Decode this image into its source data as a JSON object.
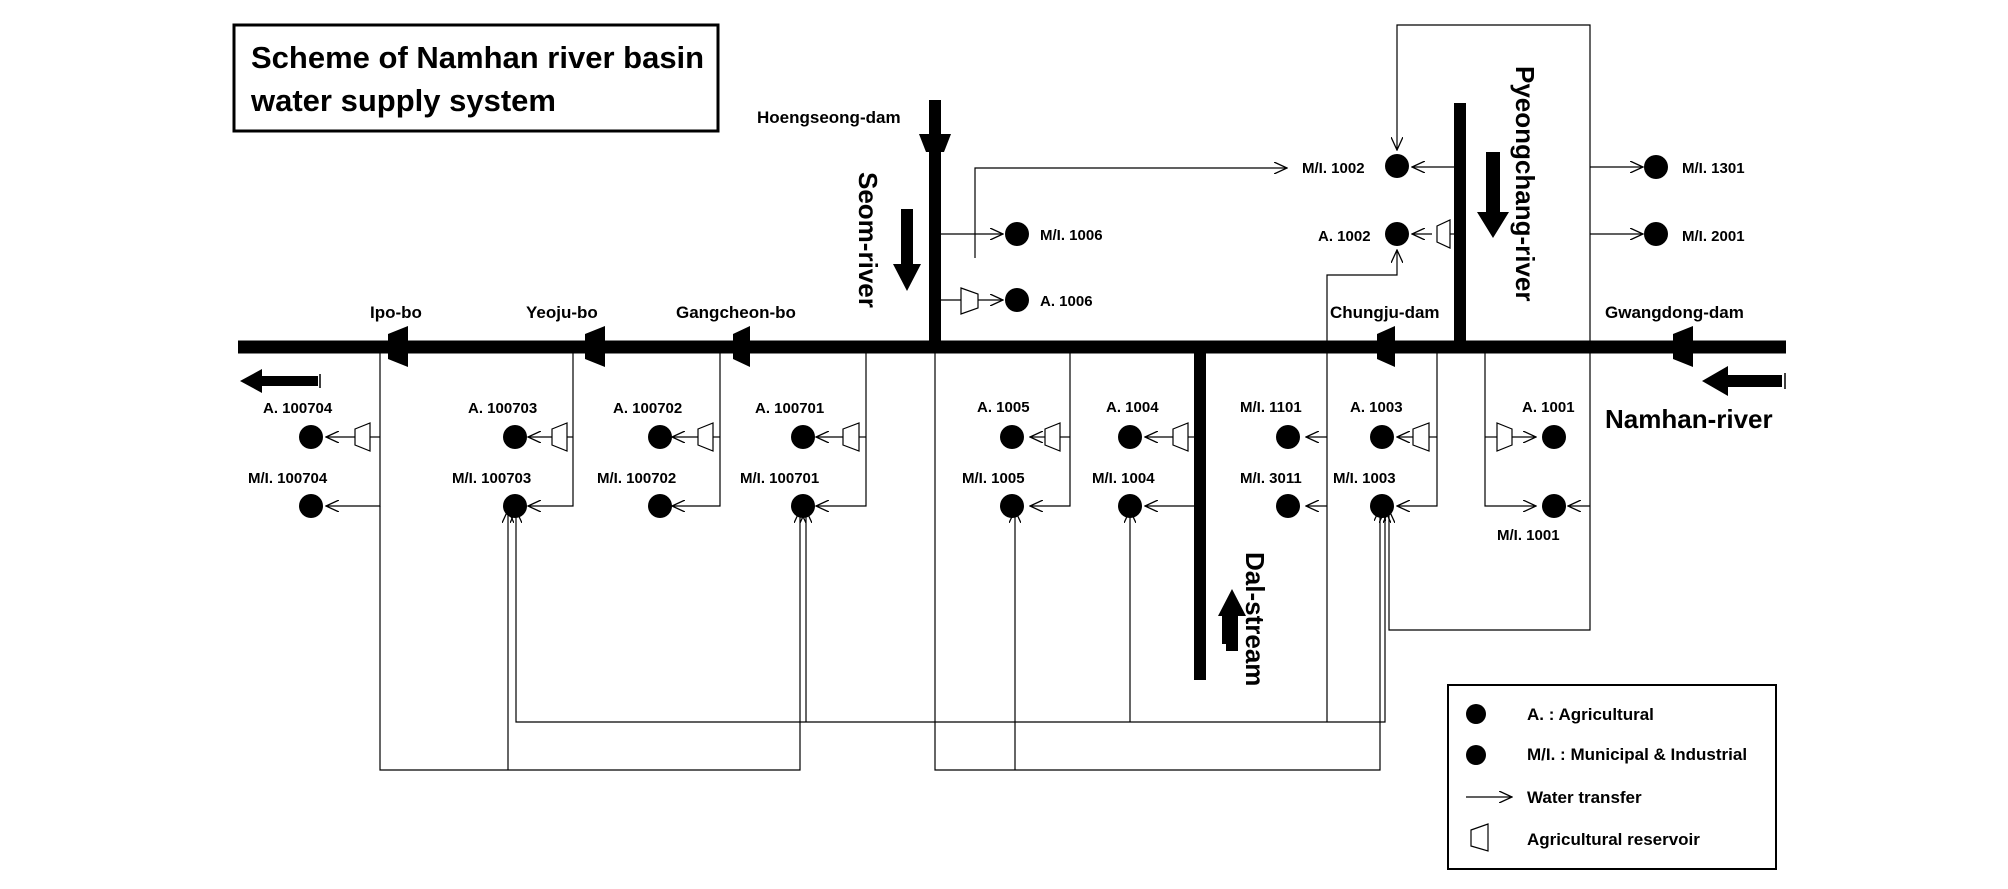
{
  "title": {
    "line1": "Scheme of Namhan river basin",
    "line2": "water supply system"
  },
  "rivers": {
    "namhan": "Namhan-river",
    "seom": "Seom-river",
    "pyeongchang": "Pyeongchang-river",
    "dal": "Dal-stream"
  },
  "dams": {
    "hoengseong": "Hoengseong-dam",
    "ipo": "Ipo-bo",
    "yeoju": "Yeoju-bo",
    "gangcheon": "Gangcheon-bo",
    "chungju": "Chungju-dam",
    "gwangdong": "Gwangdong-dam"
  },
  "nodes": {
    "mi1002": "M/I. 1002",
    "a1002": "A. 1002",
    "mi1301": "M/I. 1301",
    "mi2001": "M/I. 2001",
    "mi1006": "M/I. 1006",
    "a1006": "A. 1006",
    "a100704": "A. 100704",
    "mi100704": "M/I. 100704",
    "a100703": "A. 100703",
    "mi100703": "M/I. 100703",
    "a100702": "A. 100702",
    "mi100702": "M/I. 100702",
    "a100701": "A. 100701",
    "mi100701": "M/I. 100701",
    "a1005": "A. 1005",
    "mi1005": "M/I. 1005",
    "a1004": "A. 1004",
    "mi1004": "M/I. 1004",
    "mi1101": "M/I. 1101",
    "mi3011": "M/I. 3011",
    "a1003": "A. 1003",
    "mi1003": "M/I. 1003",
    "a1001": "A. 1001",
    "mi1001": "M/I. 1001"
  },
  "legend": {
    "agri": "A. : Agricultural",
    "mi": "M/I. : Municipal & Industrial",
    "transfer": "Water transfer",
    "reservoir": "Agricultural reservoir"
  }
}
